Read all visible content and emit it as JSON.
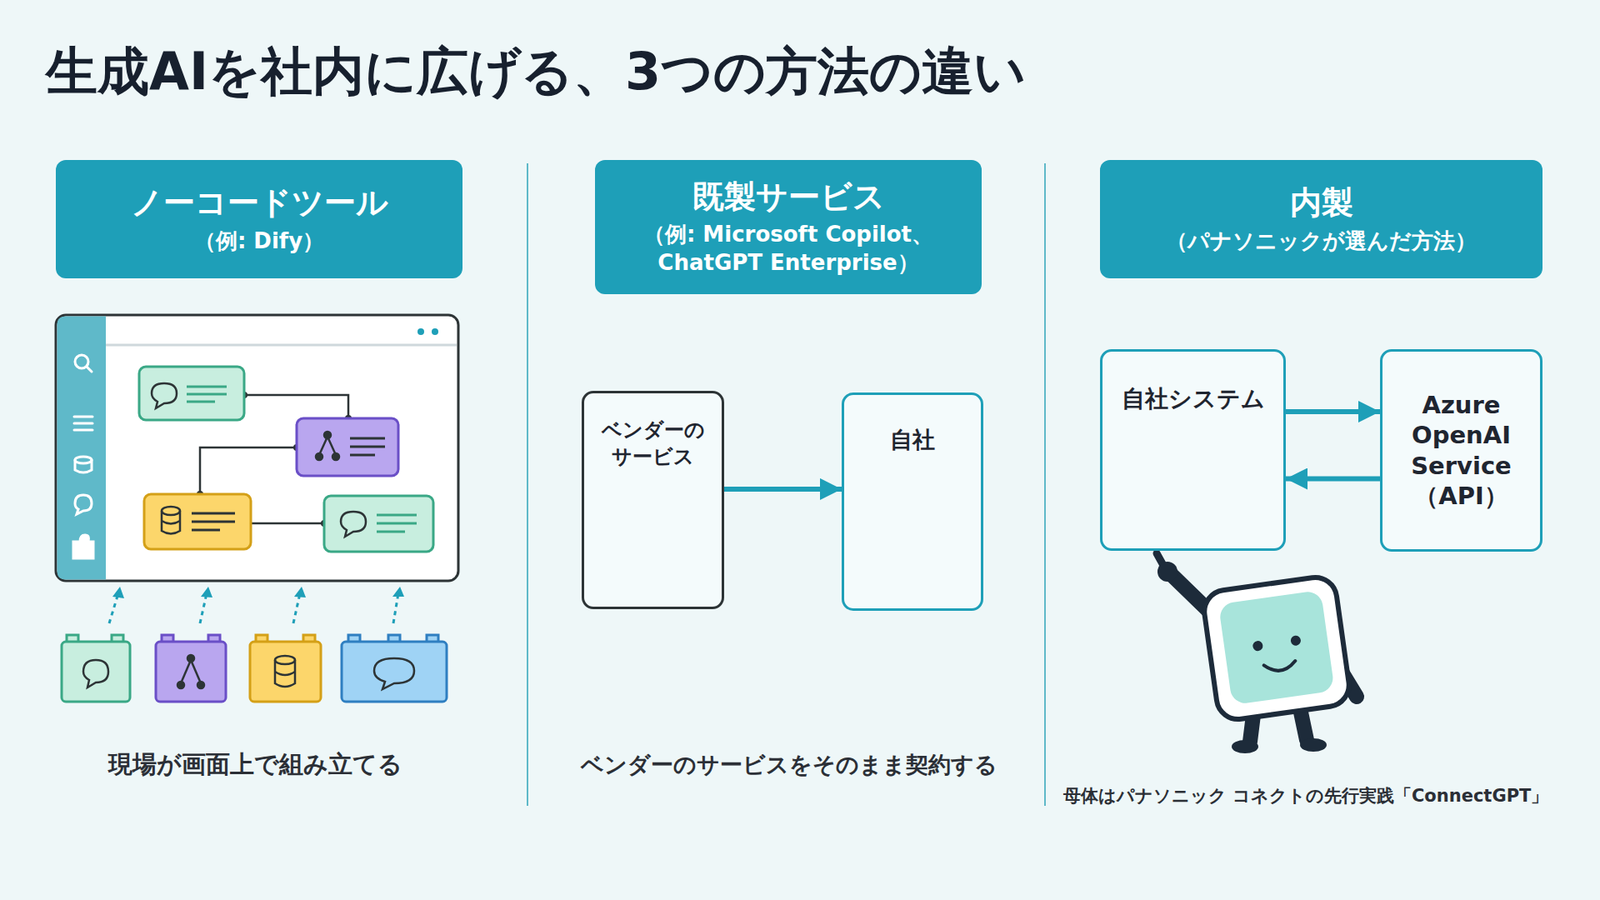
{
  "diagram": {
    "title": "生成AIを社内に広げる、3つの方法の違い",
    "nodes": [
      {
        "text": [
          "ノーコードツール",
          "（例: Dify）"
        ]
      },
      {
        "text": [
          "既製サービス",
          "（例: Microsoft Copilot、 ChatGPT Enterprise）"
        ]
      },
      {
        "text": [
          "内製",
          "（パナソニックが選んだ方法）"
        ]
      },
      {
        "text": [
          "ベンダーの サービス"
        ]
      },
      {
        "text": [
          "自社"
        ]
      },
      {
        "text": [
          "自社システム"
        ]
      },
      {
        "text": [
          "Azure OpenAI Service （API）"
        ]
      }
    ],
    "edges": [
      {
        "from": 3,
        "to": 4,
        "arrow": "to"
      },
      {
        "from": 5,
        "to": 6,
        "arrow": "to"
      },
      {
        "from": 6,
        "to": 5,
        "arrow": "to"
      }
    ],
    "labels": [
      "現場が画面上で組み立てる",
      "ベンダーのサービスをそのまま契約する",
      "母体はパナソニック コネクトの先行実践「ConnectGPT」"
    ]
  }
}
